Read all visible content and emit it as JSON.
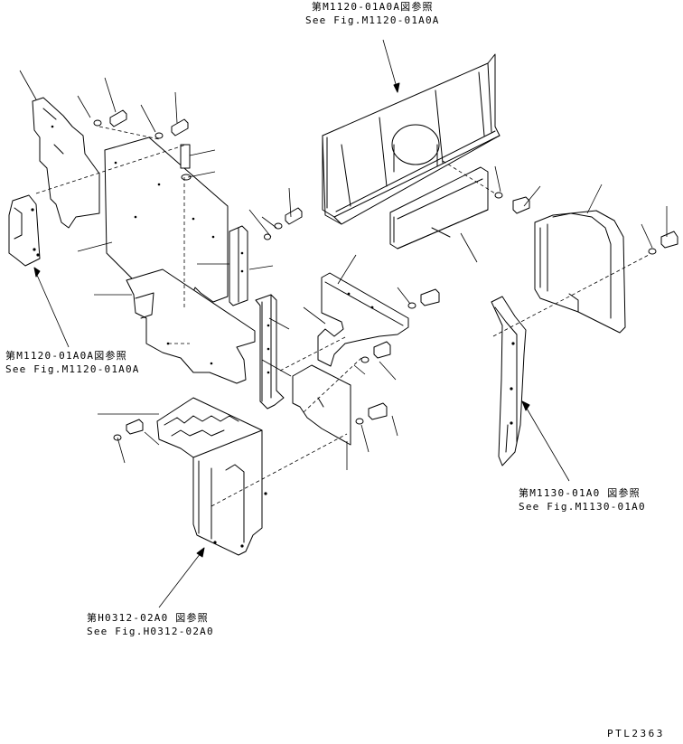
{
  "references": [
    {
      "id": "ref-top-right",
      "line1": "第M1120-01A0A図参照",
      "line2": "See Fig.M1120-01A0A"
    },
    {
      "id": "ref-left",
      "line1": "第M1120-01A0A図参照",
      "line2": "See Fig.M1120-01A0A"
    },
    {
      "id": "ref-right",
      "line1": "第M1130-01A0 図参照",
      "line2": "See Fig.M1130-01A0"
    },
    {
      "id": "ref-bottom",
      "line1": "第H0312-02A0 図参照",
      "line2": "See Fig.H0312-02A0"
    }
  ],
  "drawing_number": "PTL2363"
}
